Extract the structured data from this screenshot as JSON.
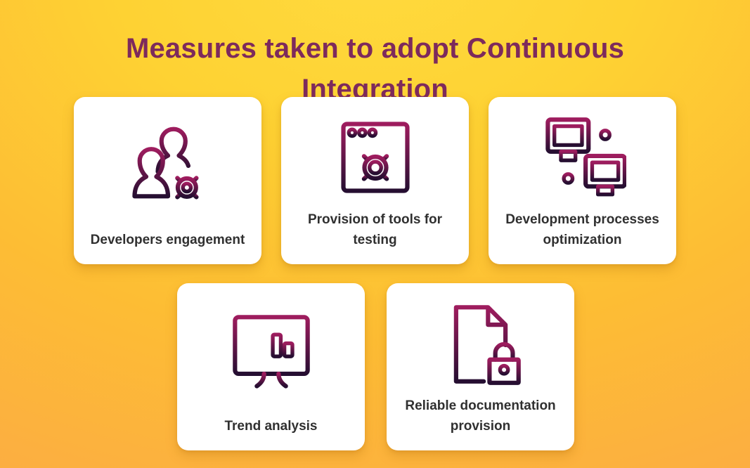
{
  "page": {
    "title": "Measures taken to adopt Continuous Integration"
  },
  "colors": {
    "background_center": "#ffda3e",
    "background_edge": "#fcab44",
    "title_color": "#7d2a5c",
    "card_background": "#ffffff",
    "label_color": "#303030",
    "icon_gradient_top": "#9e1c5e",
    "icon_gradient_bottom": "#250e31"
  },
  "cards": [
    {
      "label": "Developers engagement",
      "icon": "developers-engagement-icon"
    },
    {
      "label": "Provision of tools for testing",
      "icon": "testing-tools-icon"
    },
    {
      "label": "Development processes optimization",
      "icon": "process-optimization-icon"
    },
    {
      "label": "Trend analysis",
      "icon": "trend-analysis-icon"
    },
    {
      "label": "Reliable documentation provision",
      "icon": "documentation-lock-icon"
    }
  ]
}
